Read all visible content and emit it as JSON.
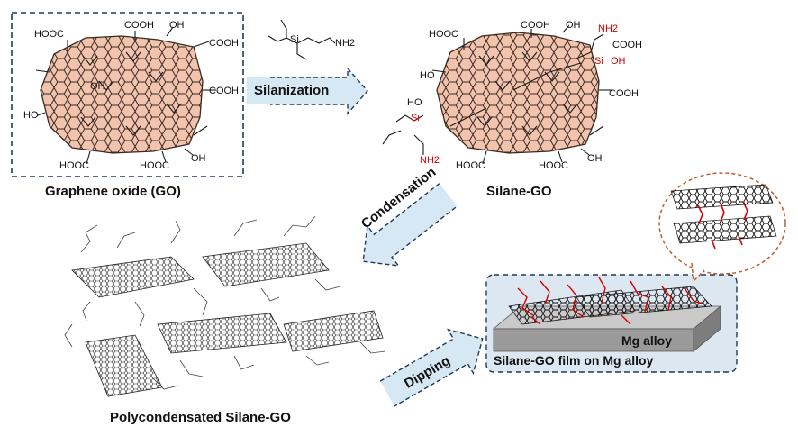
{
  "captions": {
    "go": "Graphene oxide (GO)",
    "silane_go": "Silane-GO",
    "polycondensated": "Polycondensated Silane-GO",
    "film": "Silane-GO film on Mg alloy",
    "mg_alloy": "Mg alloy"
  },
  "steps": {
    "silanization": "Silanization",
    "condensation": "Condensation",
    "dipping": "Dipping"
  },
  "go_labels": {
    "hooc_tl": "HOOC",
    "cooh_top": "COOH",
    "oh_top": "OH",
    "cooh_tr": "COOH",
    "cooh_r": "COOH",
    "oh_l_mid": "OH",
    "oh_l": "HO",
    "hooc_bl": "HOOC",
    "hooc_bm": "HOOC",
    "oh_br": "OH"
  },
  "silane_go_labels": {
    "hooc_tl": "HOOC",
    "cooh_top": "COOH",
    "oh_top": "OH",
    "nh2_top": "NH2",
    "cooh_tr": "COOH",
    "si_oh": "Si",
    "oh_red": "OH",
    "cooh_r": "COOH",
    "ho_left": "HO",
    "si_left": "Si",
    "nh2_bottom": "NH2",
    "hooc_bl": "HOOC",
    "hooc_bm": "HOOC",
    "oh_br": "OH",
    "oh_l": "HO"
  },
  "reagent": {
    "si": "Si",
    "nh2": "NH2"
  },
  "colors": {
    "graphene_fill": "#f2c3ad",
    "arrow_fill": "#d7e8f5",
    "dash": "#1f3b5a",
    "panel_bg": "#dde7f2",
    "red_chain": "#d40000"
  }
}
